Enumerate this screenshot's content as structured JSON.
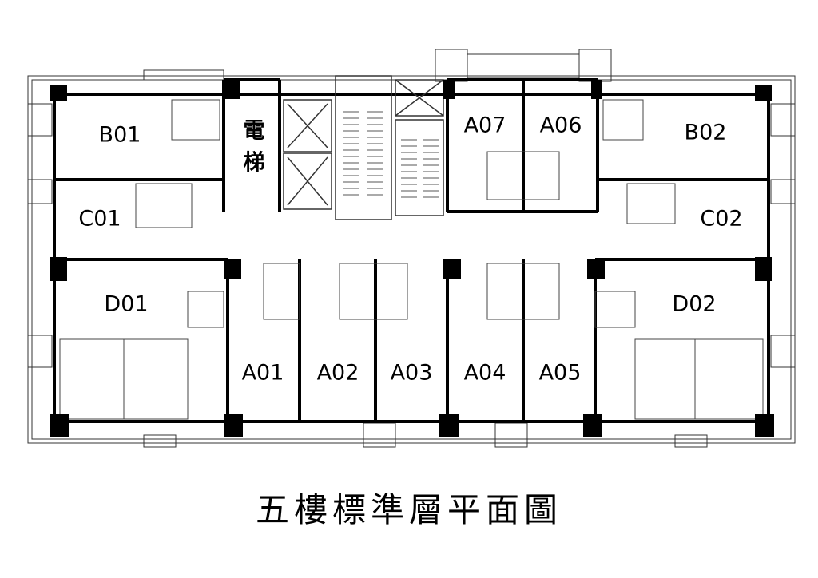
{
  "title": "五樓標準層平面圖",
  "units": {
    "B01": "B01",
    "C01": "C01",
    "D01": "D01",
    "elevator_char1": "電",
    "elevator_char2": "梯",
    "A07": "A07",
    "A06": "A06",
    "B02": "B02",
    "C02": "C02",
    "D02": "D02",
    "A01": "A01",
    "A02": "A02",
    "A03": "A03",
    "A04": "A04",
    "A05": "A05"
  },
  "colors": {
    "wall": "#000000",
    "line": "#333333",
    "background": "#ffffff"
  }
}
